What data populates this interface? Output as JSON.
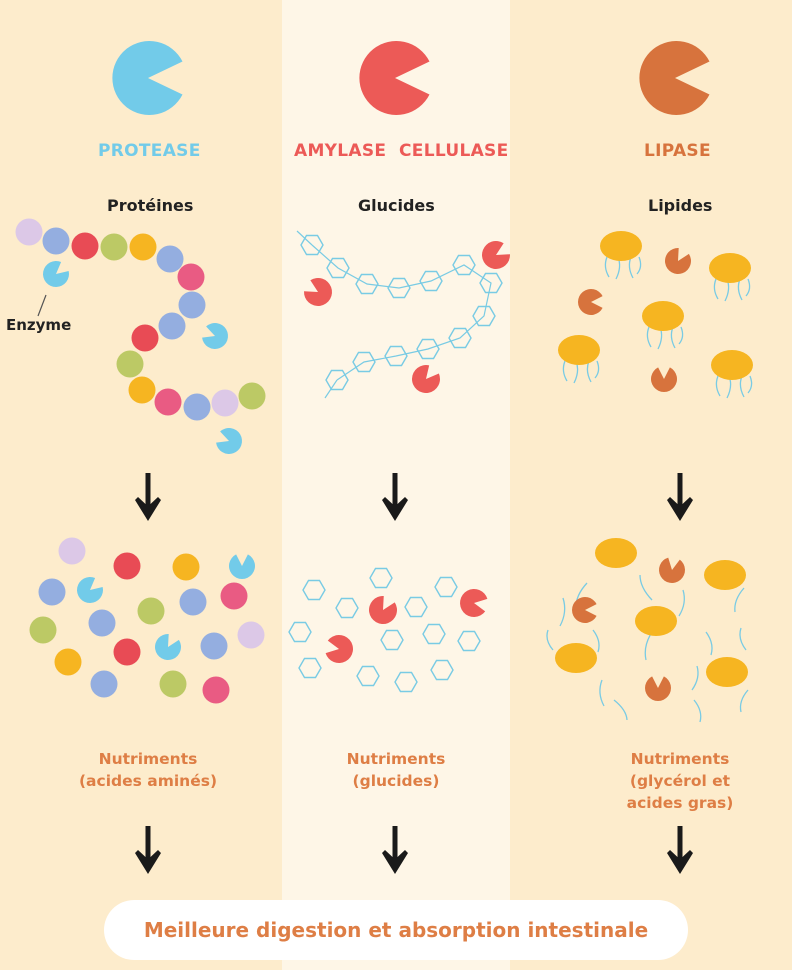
{
  "colors": {
    "protease": "#72cbe9",
    "amylase": "#ec5a57",
    "lipase": "#d7733d",
    "nutrient_text": "#de7e45",
    "background": "#fdeccc",
    "middle_background": "#fef6e7",
    "lipid_droplet": "#f6b521"
  },
  "enzymes": {
    "protease": "PROTEASE",
    "amylase": "AMYLASE",
    "cellulase": "CELLULASE",
    "lipase": "LIPASE"
  },
  "categories": {
    "proteins": "Protéines",
    "carbs": "Glucides",
    "lipids": "Lipides"
  },
  "enzyme_label": "Enzyme",
  "nutrients": {
    "proteins": "Nutriments\n(acides aminés)",
    "carbs": "Nutriments\n(glucides)",
    "lipids": "Nutriments\n(glycérol et\nacides gras)"
  },
  "conclusion": "Meilleure digestion et absorption intestinale",
  "icons": [
    "pacman-enzyme-icon",
    "amino-acid-bead-icon",
    "hexagon-sugar-icon",
    "lipid-droplet-icon",
    "down-arrow-icon"
  ]
}
